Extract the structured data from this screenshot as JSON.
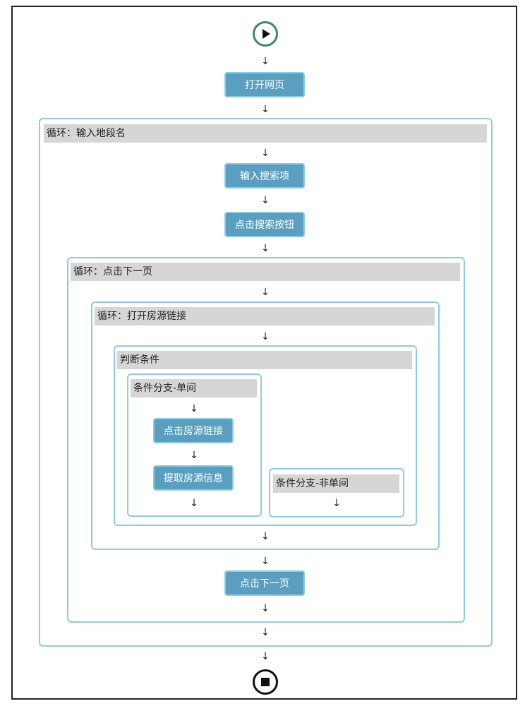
{
  "nodes": {
    "start": "start-node",
    "end": "end-node"
  },
  "steps": {
    "open_page": "打开网页",
    "input_search": "输入搜索项",
    "click_search": "点击搜索按钮",
    "click_next_page": "点击下一页",
    "click_listing_link": "点击房源链接",
    "extract_listing_info": "提取房源信息"
  },
  "loops": {
    "outer": "循环：输入地段名",
    "middle": "循环：点击下一页",
    "inner": "循环：打开房源链接"
  },
  "condition": {
    "title": "判断条件",
    "branch_single": "条件分支-单间",
    "branch_non_single": "条件分支-非单间"
  },
  "arrow_glyph": "↓",
  "colors": {
    "button_fill": "#5a9fc0",
    "button_border": "#8fcbe0",
    "loop_border": "#8fcbe0",
    "title_bg": "#d6d6d6",
    "start_ring": "#3a8a5a"
  }
}
